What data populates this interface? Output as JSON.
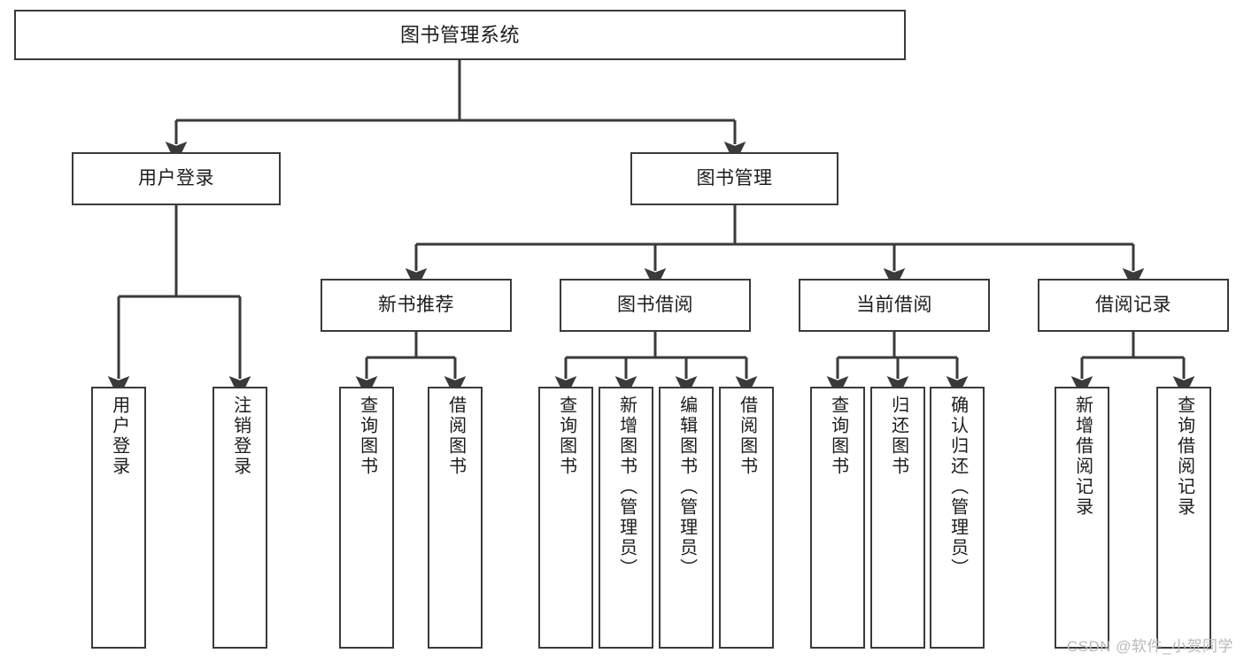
{
  "diagram": {
    "title": "图书管理系统",
    "type": "hierarchy-tree",
    "watermark": "CSDN @软件_小贺同学",
    "colors": {
      "box_border": "#3a3a3a",
      "box_fill": "#ffffff",
      "connector": "#3a3a3a",
      "text": "#1c1c1c",
      "watermark": "#b9b9b9",
      "background": "#ffffff"
    }
  },
  "nodes": {
    "root": {
      "label": "图书管理系统",
      "level": 1
    },
    "level2": [
      {
        "id": "user-login",
        "label": "用户登录",
        "level": 2
      },
      {
        "id": "book-manage",
        "label": "图书管理",
        "level": 2
      }
    ],
    "level3": [
      {
        "id": "new-book-recommend",
        "label": "新书推荐",
        "level": 3
      },
      {
        "id": "book-borrow",
        "label": "图书借阅",
        "level": 3
      },
      {
        "id": "current-borrow",
        "label": "当前借阅",
        "level": 3
      },
      {
        "id": "borrow-record",
        "label": "借阅记录",
        "level": 3
      }
    ],
    "leaves": [
      {
        "id": "leaf-user-login",
        "label": "用户登录",
        "parent": "user-login"
      },
      {
        "id": "leaf-user-logout",
        "label": "注销登录",
        "parent": "user-login"
      },
      {
        "id": "leaf-query-book-1",
        "label": "查询图书",
        "parent": "new-book-recommend"
      },
      {
        "id": "leaf-borrow-book-1",
        "label": "借阅图书",
        "parent": "new-book-recommend"
      },
      {
        "id": "leaf-query-book-2",
        "label": "查询图书",
        "parent": "book-borrow"
      },
      {
        "id": "leaf-add-book",
        "label": "新增图书（管理员）",
        "parent": "book-borrow"
      },
      {
        "id": "leaf-edit-book",
        "label": "编辑图书（管理员）",
        "parent": "book-borrow"
      },
      {
        "id": "leaf-borrow-book-2",
        "label": "借阅图书",
        "parent": "book-borrow"
      },
      {
        "id": "leaf-query-book-3",
        "label": "查询图书",
        "parent": "current-borrow"
      },
      {
        "id": "leaf-return-book",
        "label": "归还图书",
        "parent": "current-borrow"
      },
      {
        "id": "leaf-confirm-return",
        "label": "确认归还（管理员）",
        "parent": "current-borrow"
      },
      {
        "id": "leaf-add-record",
        "label": "新增借阅记录",
        "parent": "borrow-record"
      },
      {
        "id": "leaf-query-record",
        "label": "查询借阅记录",
        "parent": "borrow-record"
      }
    ]
  }
}
